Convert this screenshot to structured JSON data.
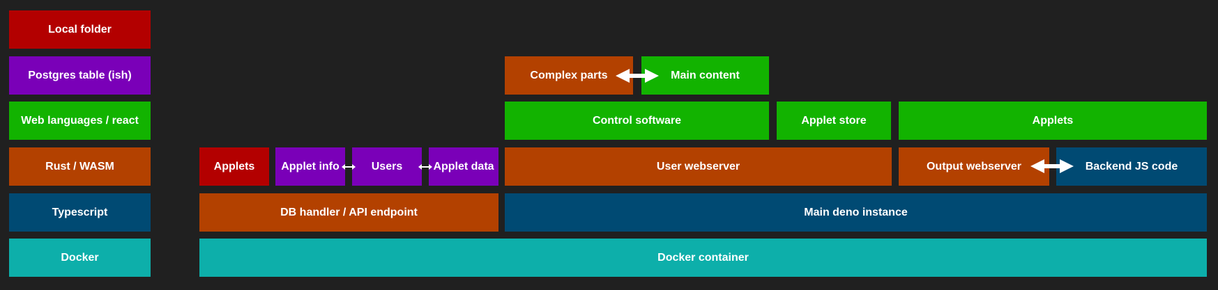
{
  "legend": {
    "local_folder": "Local folder",
    "postgres_table": "Postgres table (ish)",
    "web_languages": "Web languages / react",
    "rust_wasm": "Rust / WASM",
    "typescript": "Typescript",
    "docker": "Docker"
  },
  "diagram": {
    "complex_parts": "Complex parts",
    "main_content": "Main content",
    "control_software": "Control software",
    "applet_store": "Applet store",
    "applets_web": "Applets",
    "applets_folder": "Applets",
    "applet_info": "Applet info",
    "users": "Users",
    "applet_data": "Applet data",
    "user_webserver": "User webserver",
    "output_webserver": "Output webserver",
    "backend_js_code": "Backend JS code",
    "db_handler": "DB handler /  API endpoint",
    "main_deno_instance": "Main deno instance",
    "docker_container": "Docker container"
  },
  "colors": {
    "background": "#202020",
    "local_folder": "#b30000",
    "postgres_table": "#7a00b8",
    "web_languages": "#12b300",
    "rust_wasm": "#b34100",
    "typescript": "#004a73",
    "docker": "#0dafaa",
    "text": "#ffffff"
  },
  "icons": {
    "arrows": "double-headed-arrow-icon"
  }
}
